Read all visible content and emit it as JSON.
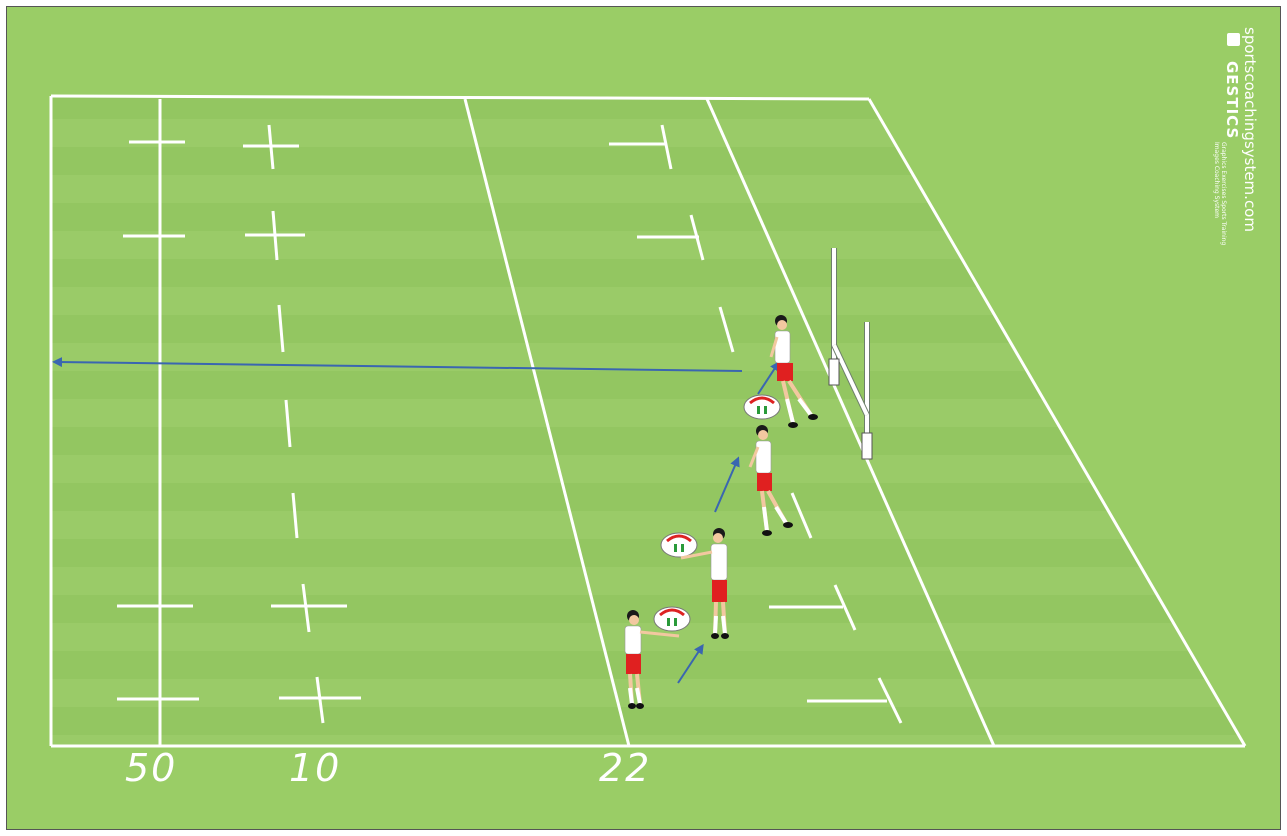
{
  "diagram": {
    "yard_labels": {
      "fifty": "50",
      "ten": "10",
      "twentytwo": "22"
    },
    "watermark": {
      "site": "sportscoachingsystem.com",
      "brand": "GESTICS",
      "tagline_1": "Graphics Exercises Sports Training",
      "tagline_2": "Images Coaching System"
    },
    "colors": {
      "grass": "#9acd66",
      "lines": "#ffffff",
      "arrow": "#3a66b0",
      "shorts": "#e02020",
      "shirt": "#ffffff"
    }
  }
}
